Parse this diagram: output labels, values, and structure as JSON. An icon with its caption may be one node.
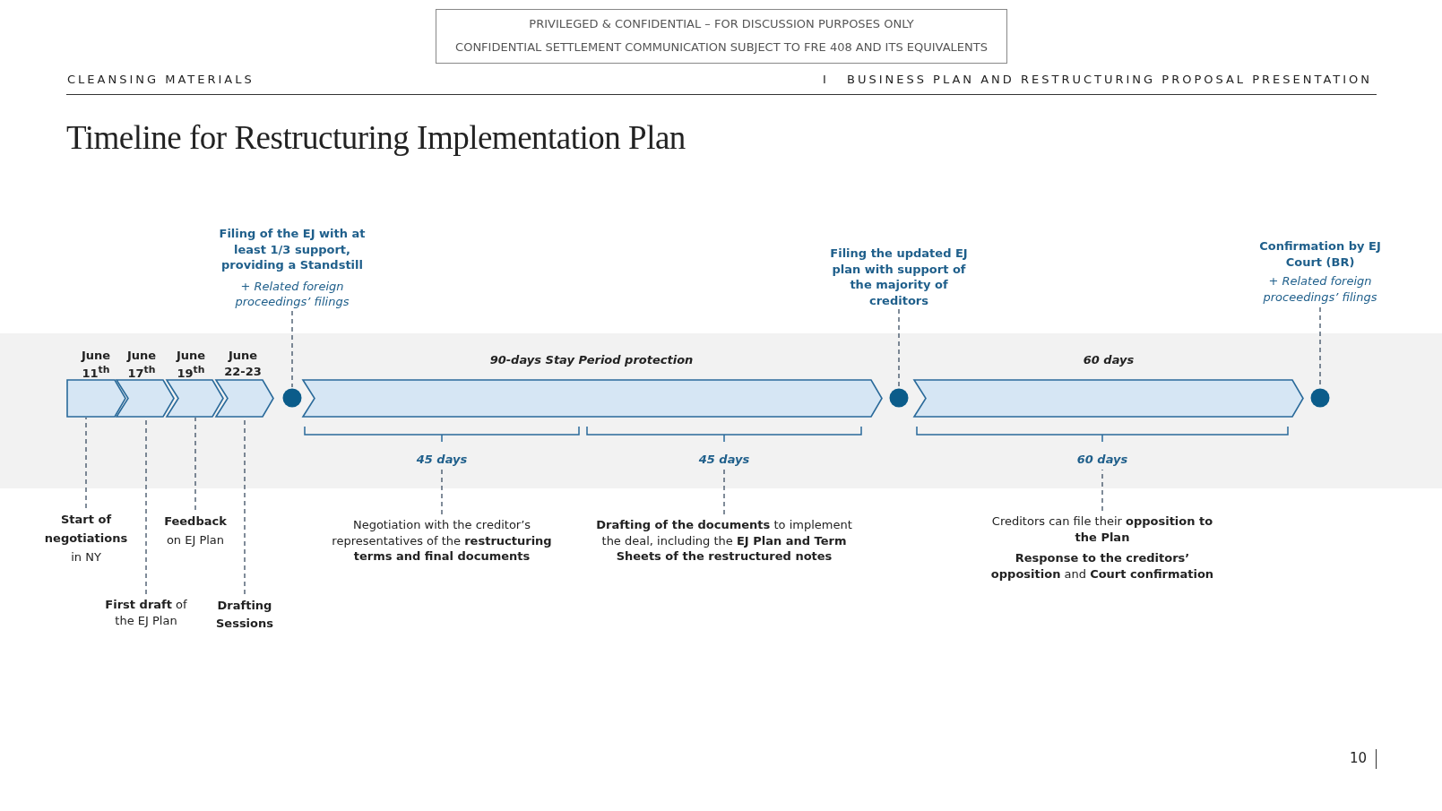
{
  "diagram": {
    "title": "Timeline for Restructuring Implementation Plan",
    "nodes": [
      {
        "text": [],
        "shape": "chevron",
        "beside": [
          "June 11$^{th}$"
        ]
      },
      {
        "text": [],
        "shape": "chevron",
        "beside": [
          "June 17$^{th}$"
        ]
      },
      {
        "text": [],
        "shape": "chevron",
        "beside": [
          "June 19$^{th}$"
        ]
      },
      {
        "text": [],
        "shape": "chevron",
        "beside": [
          "June 22-23"
        ]
      },
      {
        "text": [],
        "shape": "circle"
      },
      {
        "text": [],
        "shape": "chevron",
        "beside": [
          "90-days Stay Period protection"
        ]
      },
      {
        "text": [],
        "shape": "circle"
      },
      {
        "text": [],
        "shape": "chevron",
        "beside": [
          "60 days"
        ]
      },
      {
        "text": [],
        "shape": "circle"
      },
      {
        "text": [
          "Filing of the EJ with at least 1/3 support, providing a Standstill",
          "+ Related foreign proceedings’ filings"
        ]
      },
      {
        "text": [
          "Filing the updated EJ plan with support of the majority of creditors"
        ]
      },
      {
        "text": [
          "Confirmation by EJ Court (BR)",
          "+ Related foreign proceedings’ filings"
        ]
      },
      {
        "text": [
          "**Start of negotiations** in NY"
        ]
      },
      {
        "text": [
          "**First draft** of the EJ Plan"
        ]
      },
      {
        "text": [
          "**Feedback** on EJ Plan"
        ]
      },
      {
        "text": [
          "Drafting Sessions"
        ]
      },
      {
        "text": [
          "45 days"
        ]
      },
      {
        "text": [
          "Negotiation with the creditor’s representatives of the **restructuring terms and final documents**"
        ]
      },
      {
        "text": [
          "45 days"
        ]
      },
      {
        "text": [
          "**Drafting of the documents** to implement the deal, including the **EJ Plan and Term Sheets of the restructured notes**"
        ]
      },
      {
        "text": [
          "60 days"
        ]
      },
      {
        "text": [
          "Creditors can file their **opposition to the Plan**",
          "**Response to the creditors’ opposition** and **Court confirmation**"
        ]
      }
    ],
    "edges": [
      {
        "from": 9,
        "to": 4,
        "arrow": "none",
        "style": "dashed"
      },
      {
        "from": 10,
        "to": 6,
        "arrow": "none",
        "style": "dashed"
      },
      {
        "from": 11,
        "to": 8,
        "arrow": "none",
        "style": "dashed"
      },
      {
        "from": 12,
        "to": 0,
        "arrow": "none",
        "style": "dashed"
      },
      {
        "from": 13,
        "to": 1,
        "arrow": "none",
        "style": "dashed"
      },
      {
        "from": 14,
        "to": 2,
        "arrow": "none",
        "style": "dashed"
      },
      {
        "from": 15,
        "to": 3,
        "arrow": "none",
        "style": "dashed"
      },
      {
        "from": 17,
        "to": 16,
        "arrow": "none",
        "style": "dashed"
      },
      {
        "from": 19,
        "to": 18,
        "arrow": "none",
        "style": "dashed"
      },
      {
        "from": 21,
        "to": 20,
        "arrow": "none",
        "style": "dashed"
      }
    ],
    "labels": [
      "PRIVILEGED & CONFIDENTIAL – FOR DISCUSSION PURPOSES ONLY",
      "CONFIDENTIAL SETTLEMENT COMMUNICATION SUBJECT TO FRE 408 AND ITS EQUIVALENTS",
      "CLEANSING MATERIALS",
      "I",
      "BUSINESS PLAN AND RESTRUCTURING PROPOSAL PRESENTATION",
      "10"
    ]
  }
}
